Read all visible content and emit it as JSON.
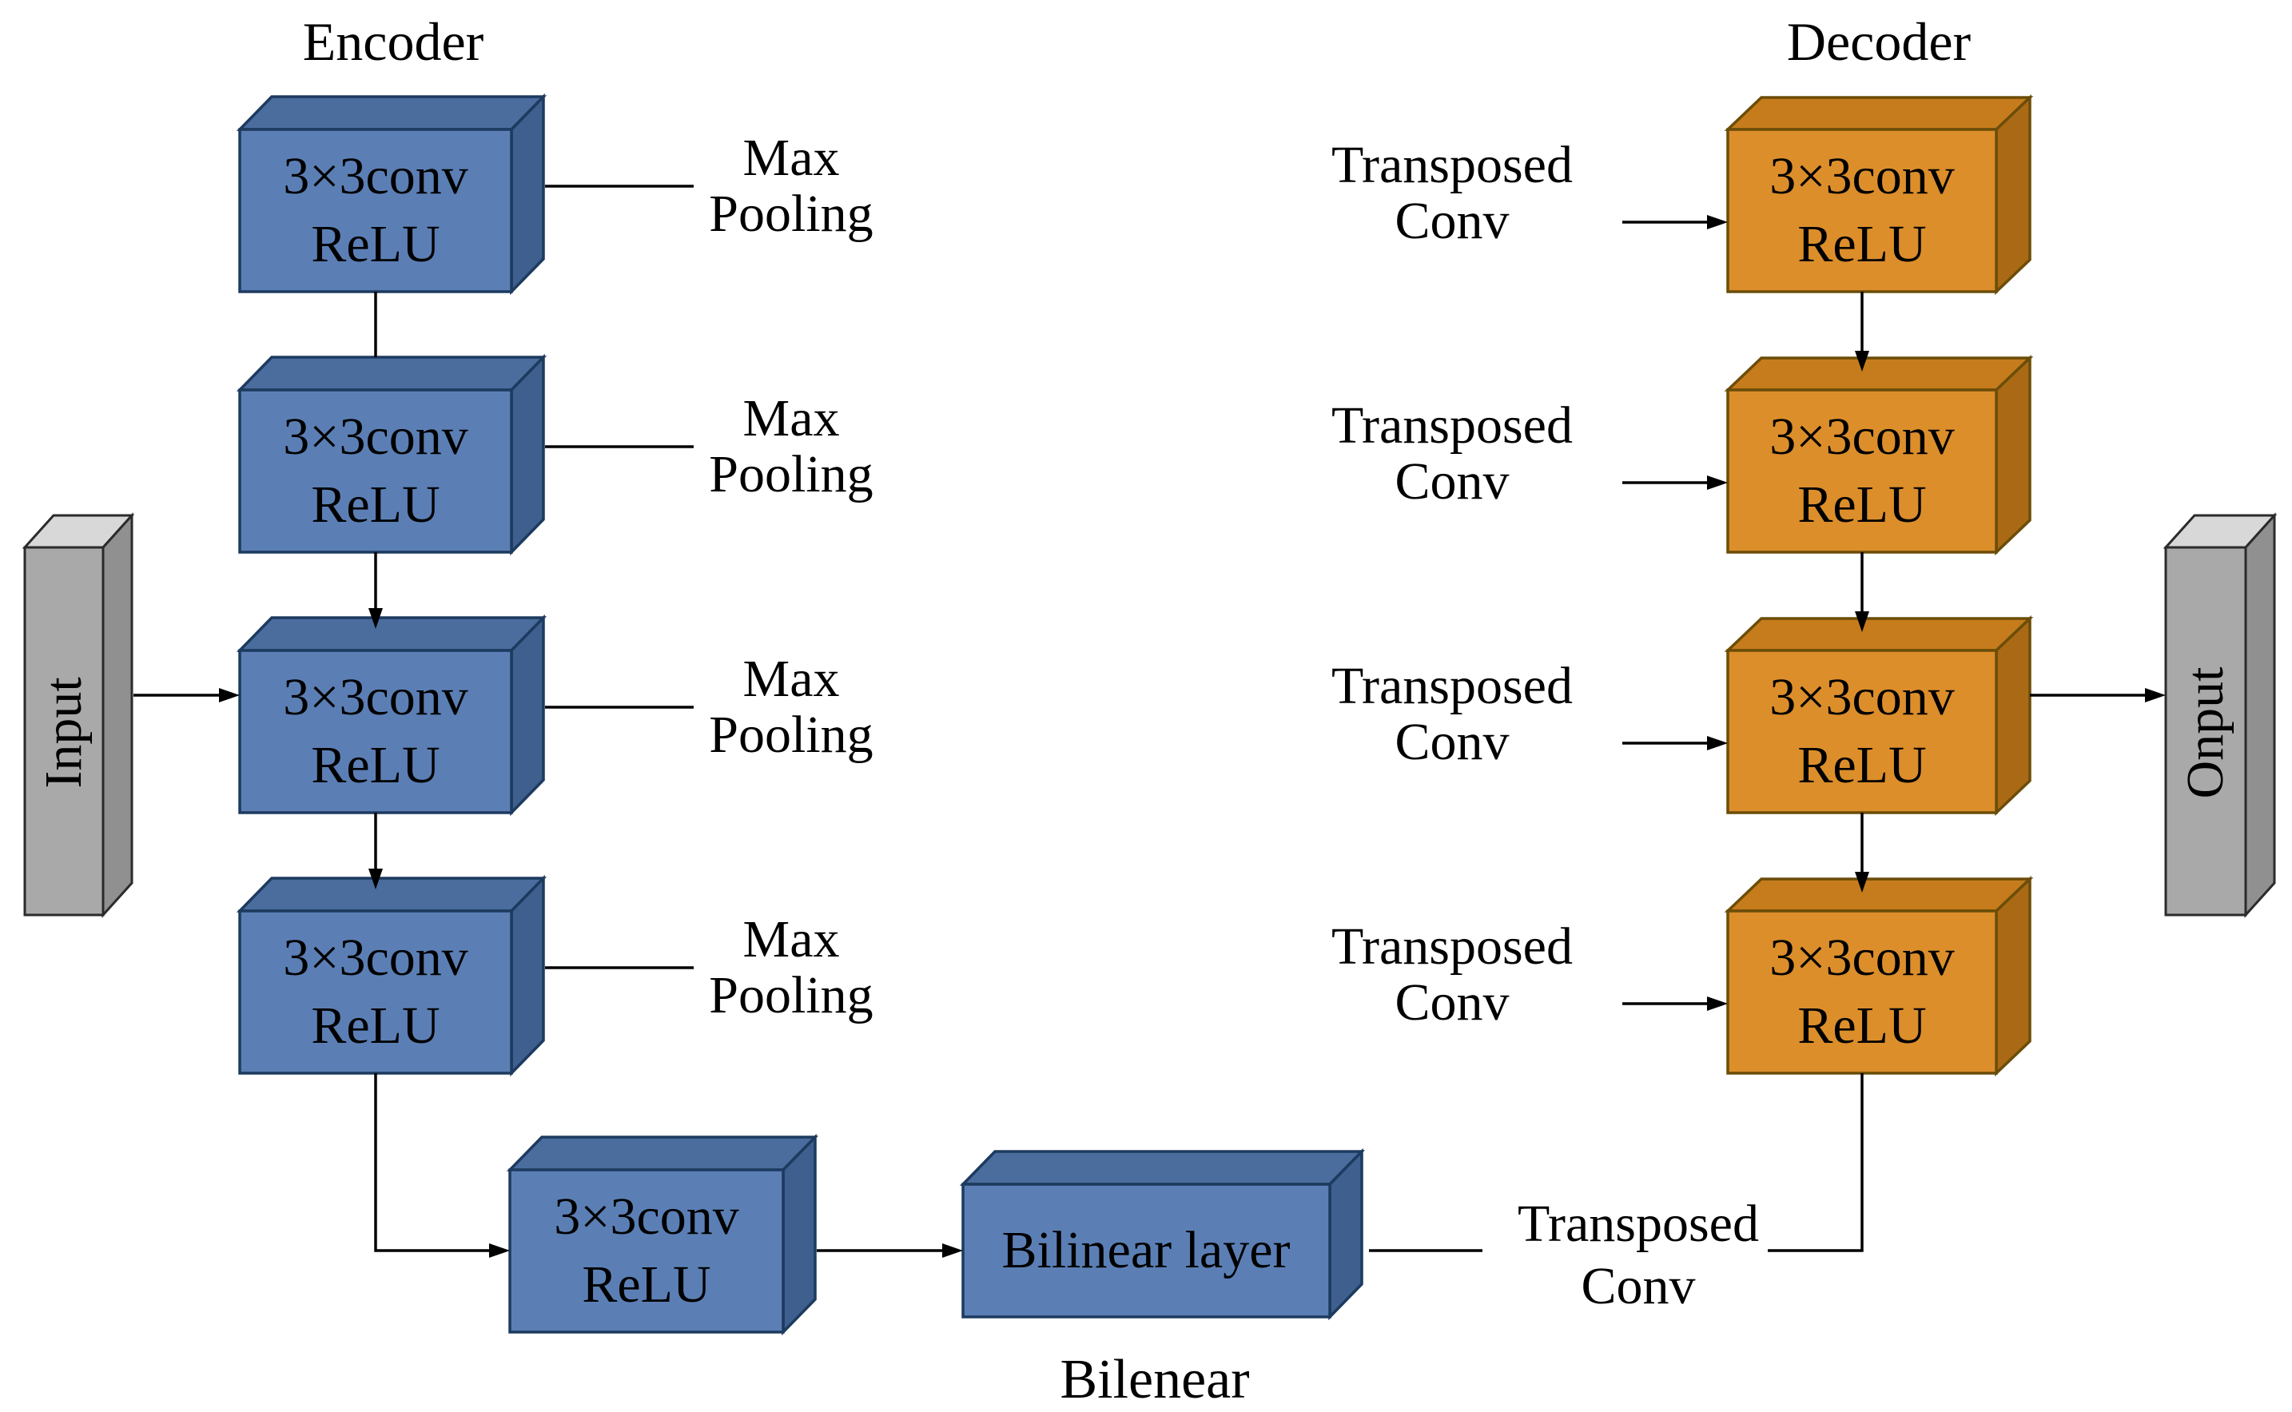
{
  "colors": {
    "background": "#ffffff",
    "text": "#000000",
    "line": "#000000",
    "blue_face": "#5b7fb5",
    "blue_top": "#4a6d9e",
    "blue_side": "#3f5f8e",
    "blue_edge": "#1d3a5f",
    "orange_face": "#dc8e2b",
    "orange_top": "#c67c1c",
    "orange_side": "#aa6a15",
    "orange_edge": "#6b4d08",
    "gray_face": "#a9a9a9",
    "gray_top": "#d8d8d8",
    "gray_side": "#909090",
    "gray_edge": "#2b2b2b"
  },
  "titles": {
    "encoder": "Encoder",
    "decoder": "Decoder"
  },
  "io": {
    "input_label": "Input",
    "output_label": "Onput"
  },
  "encoder": {
    "blocks": [
      {
        "line1": "3×3conv",
        "line2": "ReLU"
      },
      {
        "line1": "3×3conv",
        "line2": "ReLU"
      },
      {
        "line1": "3×3conv",
        "line2": "ReLU"
      },
      {
        "line1": "3×3conv",
        "line2": "ReLU"
      }
    ],
    "pool_labels": [
      {
        "line1": "Max",
        "line2": "Pooling"
      },
      {
        "line1": "Max",
        "line2": "Pooling"
      },
      {
        "line1": "Max",
        "line2": "Pooling"
      },
      {
        "line1": "Max",
        "line2": "Pooling"
      }
    ],
    "bottom_block": {
      "line1": "3×3conv",
      "line2": "ReLU"
    }
  },
  "decoder": {
    "blocks": [
      {
        "line1": "3×3conv",
        "line2": "ReLU"
      },
      {
        "line1": "3×3conv",
        "line2": "ReLU"
      },
      {
        "line1": "3×3conv",
        "line2": "ReLU"
      },
      {
        "line1": "3×3conv",
        "line2": "ReLU"
      }
    ],
    "upsample_labels": [
      {
        "line1": "Transposed",
        "line2": "Conv"
      },
      {
        "line1": "Transposed",
        "line2": "Conv"
      },
      {
        "line1": "Transposed",
        "line2": "Conv"
      },
      {
        "line1": "Transposed",
        "line2": "Conv"
      }
    ]
  },
  "bottleneck": {
    "bilinear_label": "Bilinear layer",
    "caption": "Bilenear",
    "transposed_label": {
      "line1": "Transposed",
      "line2": "Conv"
    }
  }
}
